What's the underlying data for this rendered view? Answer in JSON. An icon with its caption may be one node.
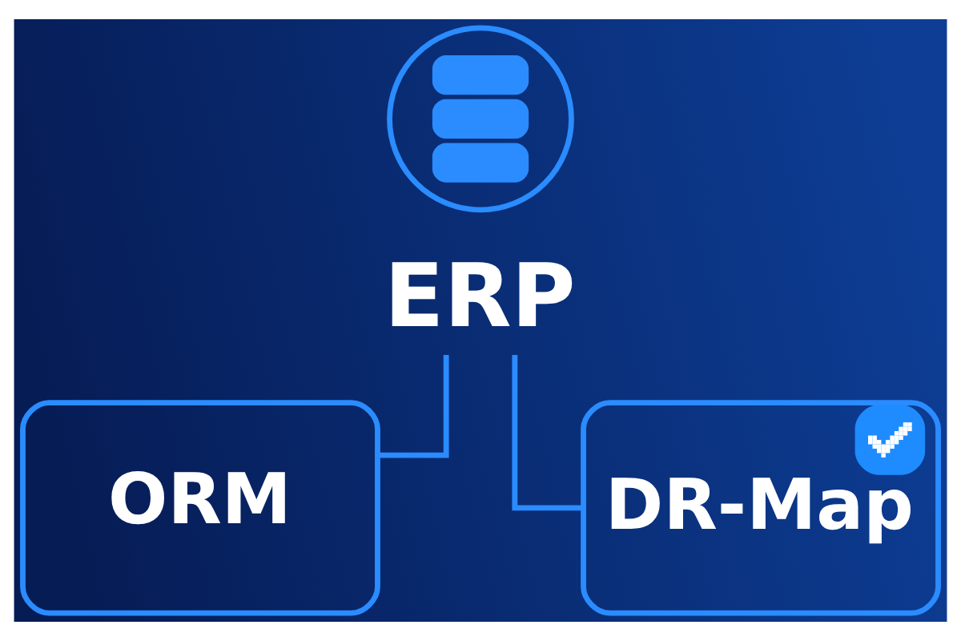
{
  "diagram": {
    "nodes": [
      {
        "text": [],
        "shape": "circle"
      },
      {
        "text": [
          "ERP"
        ]
      },
      {
        "text": [
          "ORM"
        ]
      },
      {
        "text": [
          "DR-Map"
        ]
      }
    ],
    "edges": [
      {
        "from": 1,
        "to": 2,
        "arrow": "none"
      },
      {
        "from": 1,
        "to": 3,
        "arrow": "none"
      }
    ]
  }
}
